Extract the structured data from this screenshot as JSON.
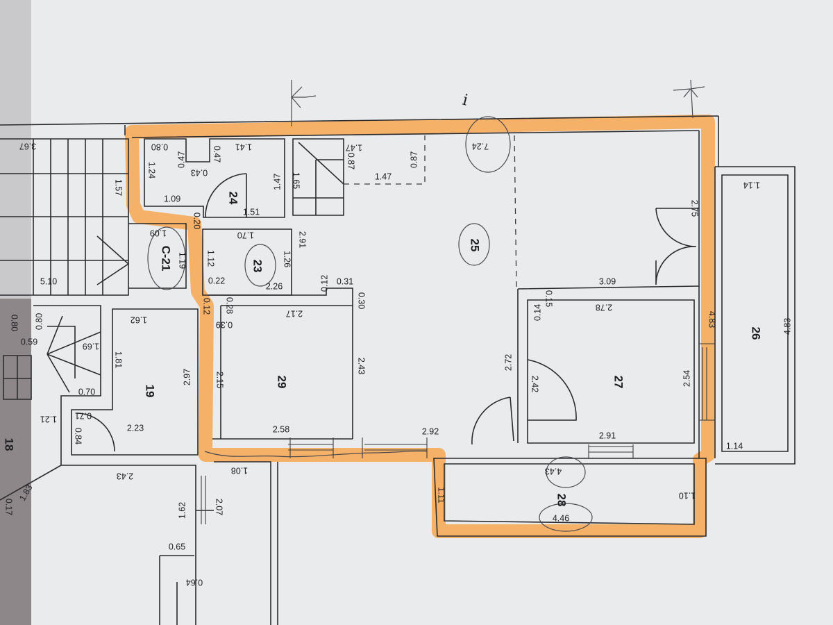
{
  "colors": {
    "paper": "#e9ebed",
    "highlight": "#f7a449",
    "lines": "#2b2b2e",
    "fold_shadow": "#8e8789"
  },
  "room_numbers": [
    "24",
    "23",
    "C-21",
    "25",
    "29",
    "19",
    "27",
    "26",
    "28",
    "18"
  ],
  "dimensions": [
    "3.67",
    "1.57",
    "0.80",
    "0.47",
    "0.47",
    "1.41",
    "0.43",
    "1.24",
    "1.47",
    "1.09",
    "1.51",
    "0.20",
    "1.09",
    "1.19",
    "1.70",
    "1.12",
    "1.26",
    "0.22",
    "2.26",
    "0.12",
    "0.28",
    "2.91",
    "1.65",
    "0.87",
    "1.47",
    "0.87",
    "1.47",
    "7.24",
    "0.12",
    "0.31",
    "0.30",
    "2.17",
    "0.39",
    "5.10",
    "0.80",
    "0.59",
    "0.80",
    "1.69",
    "1.62",
    "1.81",
    "0.70",
    "2.97",
    "2.15",
    "2.43",
    "0.71",
    "0.84",
    "1.21",
    "2.23",
    "2.58",
    "2.92",
    "2.72",
    "2.42",
    "2.91",
    "2.54",
    "3.09",
    "2.78",
    "0.15",
    "0.14",
    "2.75",
    "4.83",
    "4.83",
    "1.14",
    "1.14",
    "4.43",
    "1.11",
    "1.10",
    "4.46",
    "2.43",
    "1.08",
    "1.62",
    "2.07",
    "0.65",
    "0.64",
    "1.83",
    "0.17"
  ],
  "annotations": [
    "i"
  ]
}
